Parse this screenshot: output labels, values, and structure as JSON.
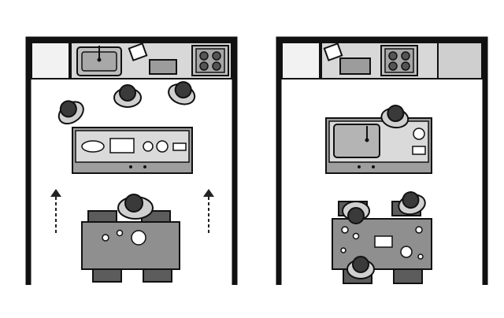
{
  "illustration": {
    "panels": [
      {
        "layout": "kitchen-with-island-behind-dining-table",
        "people": 4
      },
      {
        "layout": "kitchen-with-peninsula-facing-dining-table",
        "people": 4
      }
    ],
    "colors": {
      "outline": "#111111",
      "wall": "#1a1a1a",
      "counter": "#d6d6d6",
      "counter_top": "#a0a0a0",
      "table": "#8f8f8f",
      "chair": "#5c5c5c",
      "hair": "#3a3a3a",
      "shirt": "#c9c9c9",
      "arrow": "#222222"
    },
    "icons": [
      "sink-icon",
      "stove-icon",
      "cutting-board-icon",
      "arrow-up-icon"
    ]
  }
}
